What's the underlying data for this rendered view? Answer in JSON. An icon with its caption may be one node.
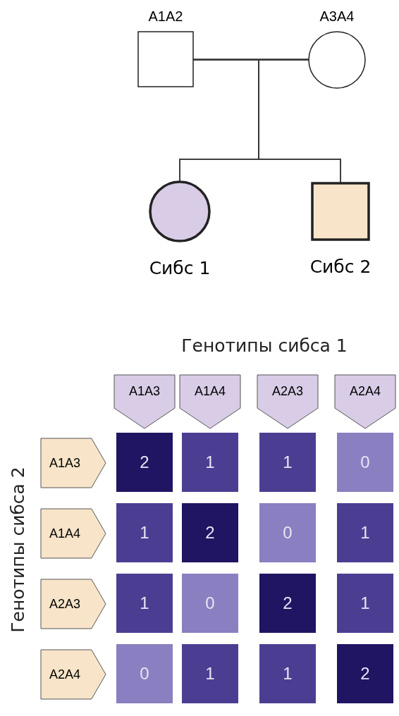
{
  "diagram": {
    "nodes": [
      {
        "text": [
          "A1A2"
        ]
      },
      {
        "text": [
          "A3A4"
        ]
      },
      {
        "text": [
          "Сибс 1"
        ]
      },
      {
        "text": [
          "Сибс 2"
        ]
      },
      {
        "text": [
          "A1A3"
        ]
      },
      {
        "text": [
          "A1A4"
        ]
      },
      {
        "text": [
          "A2A3"
        ]
      },
      {
        "text": [
          "A2A4"
        ]
      },
      {
        "text": [
          "A1A3"
        ]
      },
      {
        "text": [
          "2"
        ]
      },
      {
        "text": [
          "1"
        ]
      },
      {
        "text": [
          "1"
        ]
      },
      {
        "text": [
          "0"
        ]
      },
      {
        "text": [
          "A1A4"
        ]
      },
      {
        "text": [
          "1"
        ]
      },
      {
        "text": [
          "2"
        ]
      },
      {
        "text": [
          "0"
        ]
      },
      {
        "text": [
          "1"
        ]
      },
      {
        "text": [
          "A2A3"
        ]
      },
      {
        "text": [
          "1"
        ]
      },
      {
        "text": [
          "0"
        ]
      },
      {
        "text": [
          "2"
        ]
      },
      {
        "text": [
          "1"
        ]
      },
      {
        "text": [
          "A2A4"
        ]
      },
      {
        "text": [
          "0"
        ]
      },
      {
        "text": [
          "1"
        ]
      },
      {
        "text": [
          "1"
        ]
      },
      {
        "text": [
          "2"
        ]
      }
    ],
    "edges": [
      {
        "from": 0,
        "to": 1,
        "arrow": "none"
      },
      {
        "from": 0,
        "to": 2,
        "arrow": "none"
      },
      {
        "from": 0,
        "to": 3,
        "arrow": "none"
      },
      {
        "from": 1,
        "to": 2,
        "arrow": "none"
      },
      {
        "from": 1,
        "to": 3,
        "arrow": "none"
      }
    ],
    "labels": [
      "Генотипы сибса 1",
      "Генотипы сибса 2"
    ]
  }
}
